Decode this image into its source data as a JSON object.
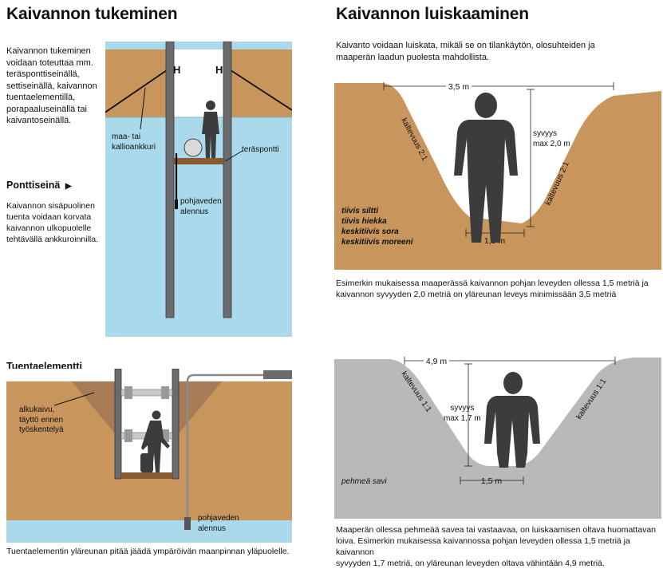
{
  "left": {
    "title": "Kaivannon tukeminen",
    "intro": [
      "Kaivannon tukeminen",
      "voidaan toteuttaa mm.",
      "teräsponttiseinällä,",
      "settiseinällä, kaivannon",
      "tuentaelementillä,",
      "porapaaluseinällä tai",
      "kaivantoseinällä."
    ],
    "pontti_heading": "Ponttiseinä",
    "pontti_arrow": "▶",
    "pontti_text": [
      "Kaivannon sisäpuolinen",
      "tuenta voidaan korvata",
      "kaivannon ulkopuolelle",
      "tehtävällä ankkuroinnilla."
    ],
    "fig1": {
      "anchor_label": [
        "maa- tai",
        "kallioankkuri"
      ],
      "sheet_label": "teräspontti",
      "water_label": [
        "pohjaveden",
        "alennus"
      ],
      "h_mark": "H"
    },
    "tuenta_heading": "Tuentaelementti",
    "fig2": {
      "pre_label": [
        "alkukaivu,",
        "täyttö ennen",
        "työskentelyä"
      ],
      "water_label": [
        "pohjaveden",
        "alennus"
      ]
    },
    "caption": "Tuentaelementin yläreunan pitää jäädä ympäröivän maanpinnan yläpuolelle."
  },
  "right": {
    "title": "Kaivannon luiskaaminen",
    "intro": [
      "Kaivanto voidaan luiskata, mikäli se on tilankäytön, olosuhteiden ja",
      "maaperän laadun puolesta mahdollista."
    ],
    "fig1": {
      "top_width": "3,5 m",
      "bottom_width": "1,5 m",
      "depth": [
        "syvyys",
        "max 2,0 m"
      ],
      "slope_left": "kaltevuus 2:1",
      "slope_right": "kaltevuus 2:1",
      "soils": [
        "tiivis siltti",
        "tiivis hiekka",
        "keskitiivis sora",
        "keskitiivis moreeni"
      ]
    },
    "caption1": [
      "Esimerkin mukaisessa maaperässä kaivannon pohjan leveyden ollessa 1,5 metriä ja",
      "kaivannon syvyyden 2,0 metriä on yläreunan leveys minimissään 3,5 metriä"
    ],
    "fig2": {
      "top_width": "4,9 m",
      "bottom_width": "1,5 m",
      "depth": [
        "syvyys",
        "max 1,7 m"
      ],
      "slope_left": "kaltevuus 1:1",
      "slope_right": "kaltevuus 1:1",
      "soil": "pehmeä savi"
    },
    "caption2": [
      "Maaperän ollessa pehmeää savea tai vastaavaa, on luiskaamisen oltava huomattavan",
      "loiva. Esimerkin mukaisessa kaivannossa pohjan leveyden ollessa 1,5 metriä ja kaivannon",
      "syvyyden 1,7 metriä, on yläreunan leveyden oltava vähintään 4,9 metriä."
    ]
  },
  "colors": {
    "soil": "#c8955c",
    "water": "#a9d9ea",
    "grey": "#b8b9bb",
    "steel": "#6a6b6d",
    "figure": "#3c3c3c"
  }
}
